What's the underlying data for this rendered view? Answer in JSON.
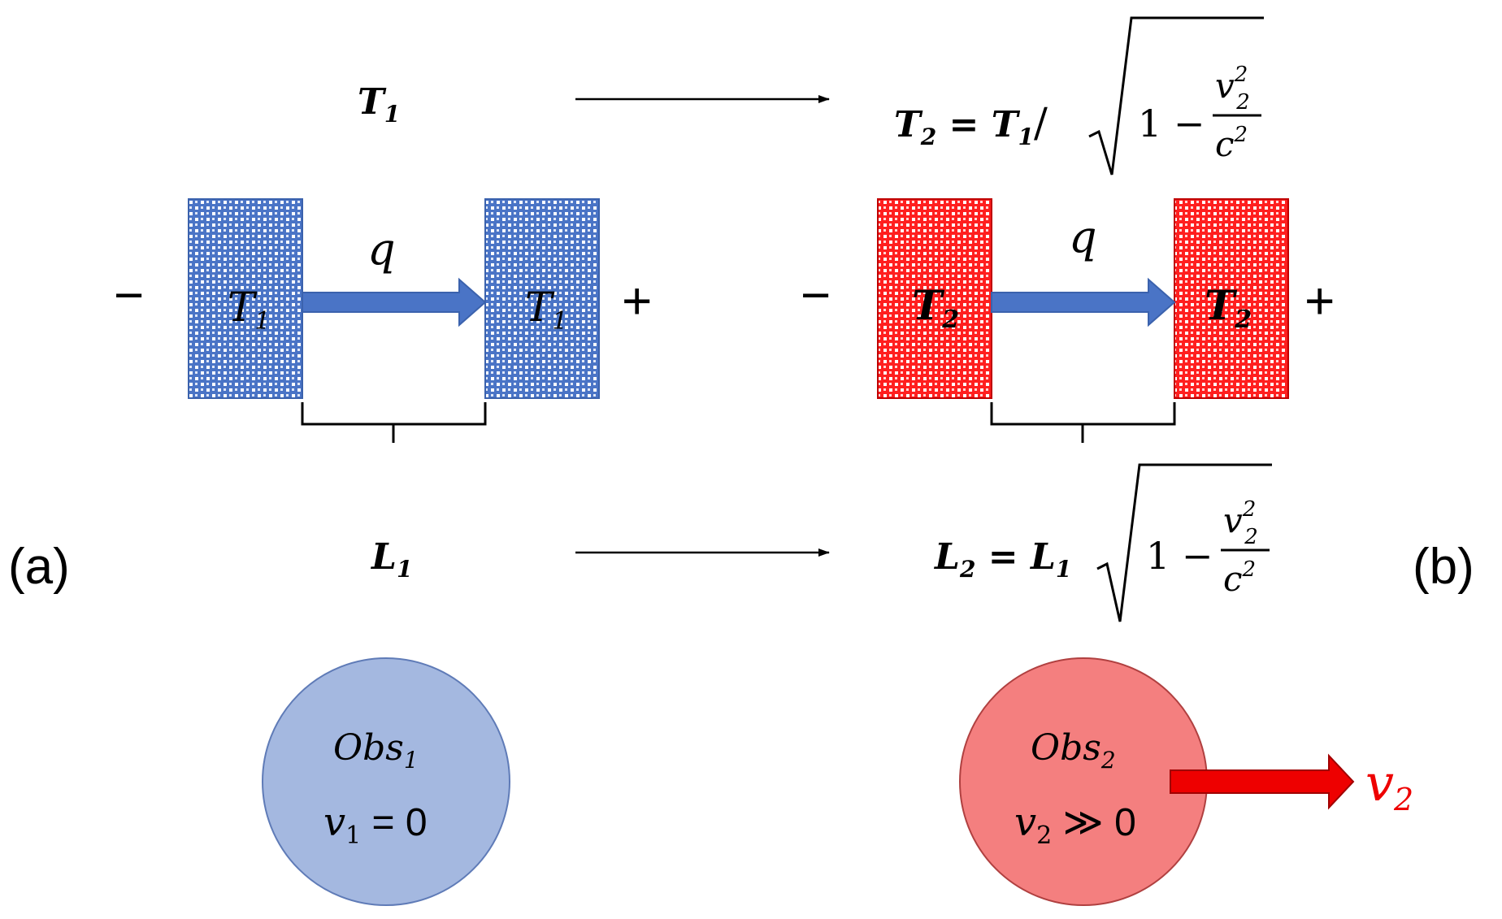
{
  "panels": {
    "a": {
      "label": "(a)",
      "top_temp": {
        "sym": "T",
        "sub": "1"
      },
      "block_left_temp": {
        "sym": "T",
        "sub": "1"
      },
      "block_right_temp": {
        "sym": "T",
        "sub": "1"
      },
      "heat_label": "q",
      "minus": "−",
      "plus": "+",
      "length": {
        "sym": "L",
        "sub": "1"
      },
      "observer": {
        "name": "Obs",
        "sub": "1",
        "v_sym": "v",
        "v_sub": "1",
        "v_rel": " = 0"
      },
      "block_color": "#4472c4",
      "observer_color": "#a4b8e0"
    },
    "b": {
      "label": "(b)",
      "temp_formula": {
        "lhs_sym": "T",
        "lhs_sub": "2",
        "eq": " = ",
        "rhs_sym": "T",
        "rhs_sub": "1",
        "slash": "/",
        "one_minus": "1 −",
        "num_sym": "v",
        "num_sub": "2",
        "num_sup": "2",
        "den_sym": "c",
        "den_sup": "2"
      },
      "block_left_temp": {
        "sym": "T",
        "sub": "2"
      },
      "block_right_temp": {
        "sym": "T",
        "sub": "2"
      },
      "heat_label": "q",
      "minus": "−",
      "plus": "+",
      "length_formula": {
        "lhs_sym": "L",
        "lhs_sub": "2",
        "eq": " = ",
        "rhs_sym": "L",
        "rhs_sub": "1",
        "one_minus": "1 −",
        "num_sym": "v",
        "num_sub": "2",
        "num_sup": "2",
        "den_sym": "c",
        "den_sup": "2"
      },
      "observer": {
        "name": "Obs",
        "sub": "2",
        "v_sym": "v",
        "v_sub": "2",
        "v_rel": " ≫ 0"
      },
      "velocity_label": {
        "sym": "v",
        "sub": "2"
      },
      "block_color": "#ff2020",
      "observer_color": "#f47f7f",
      "velocity_color": "#ee0000"
    }
  }
}
